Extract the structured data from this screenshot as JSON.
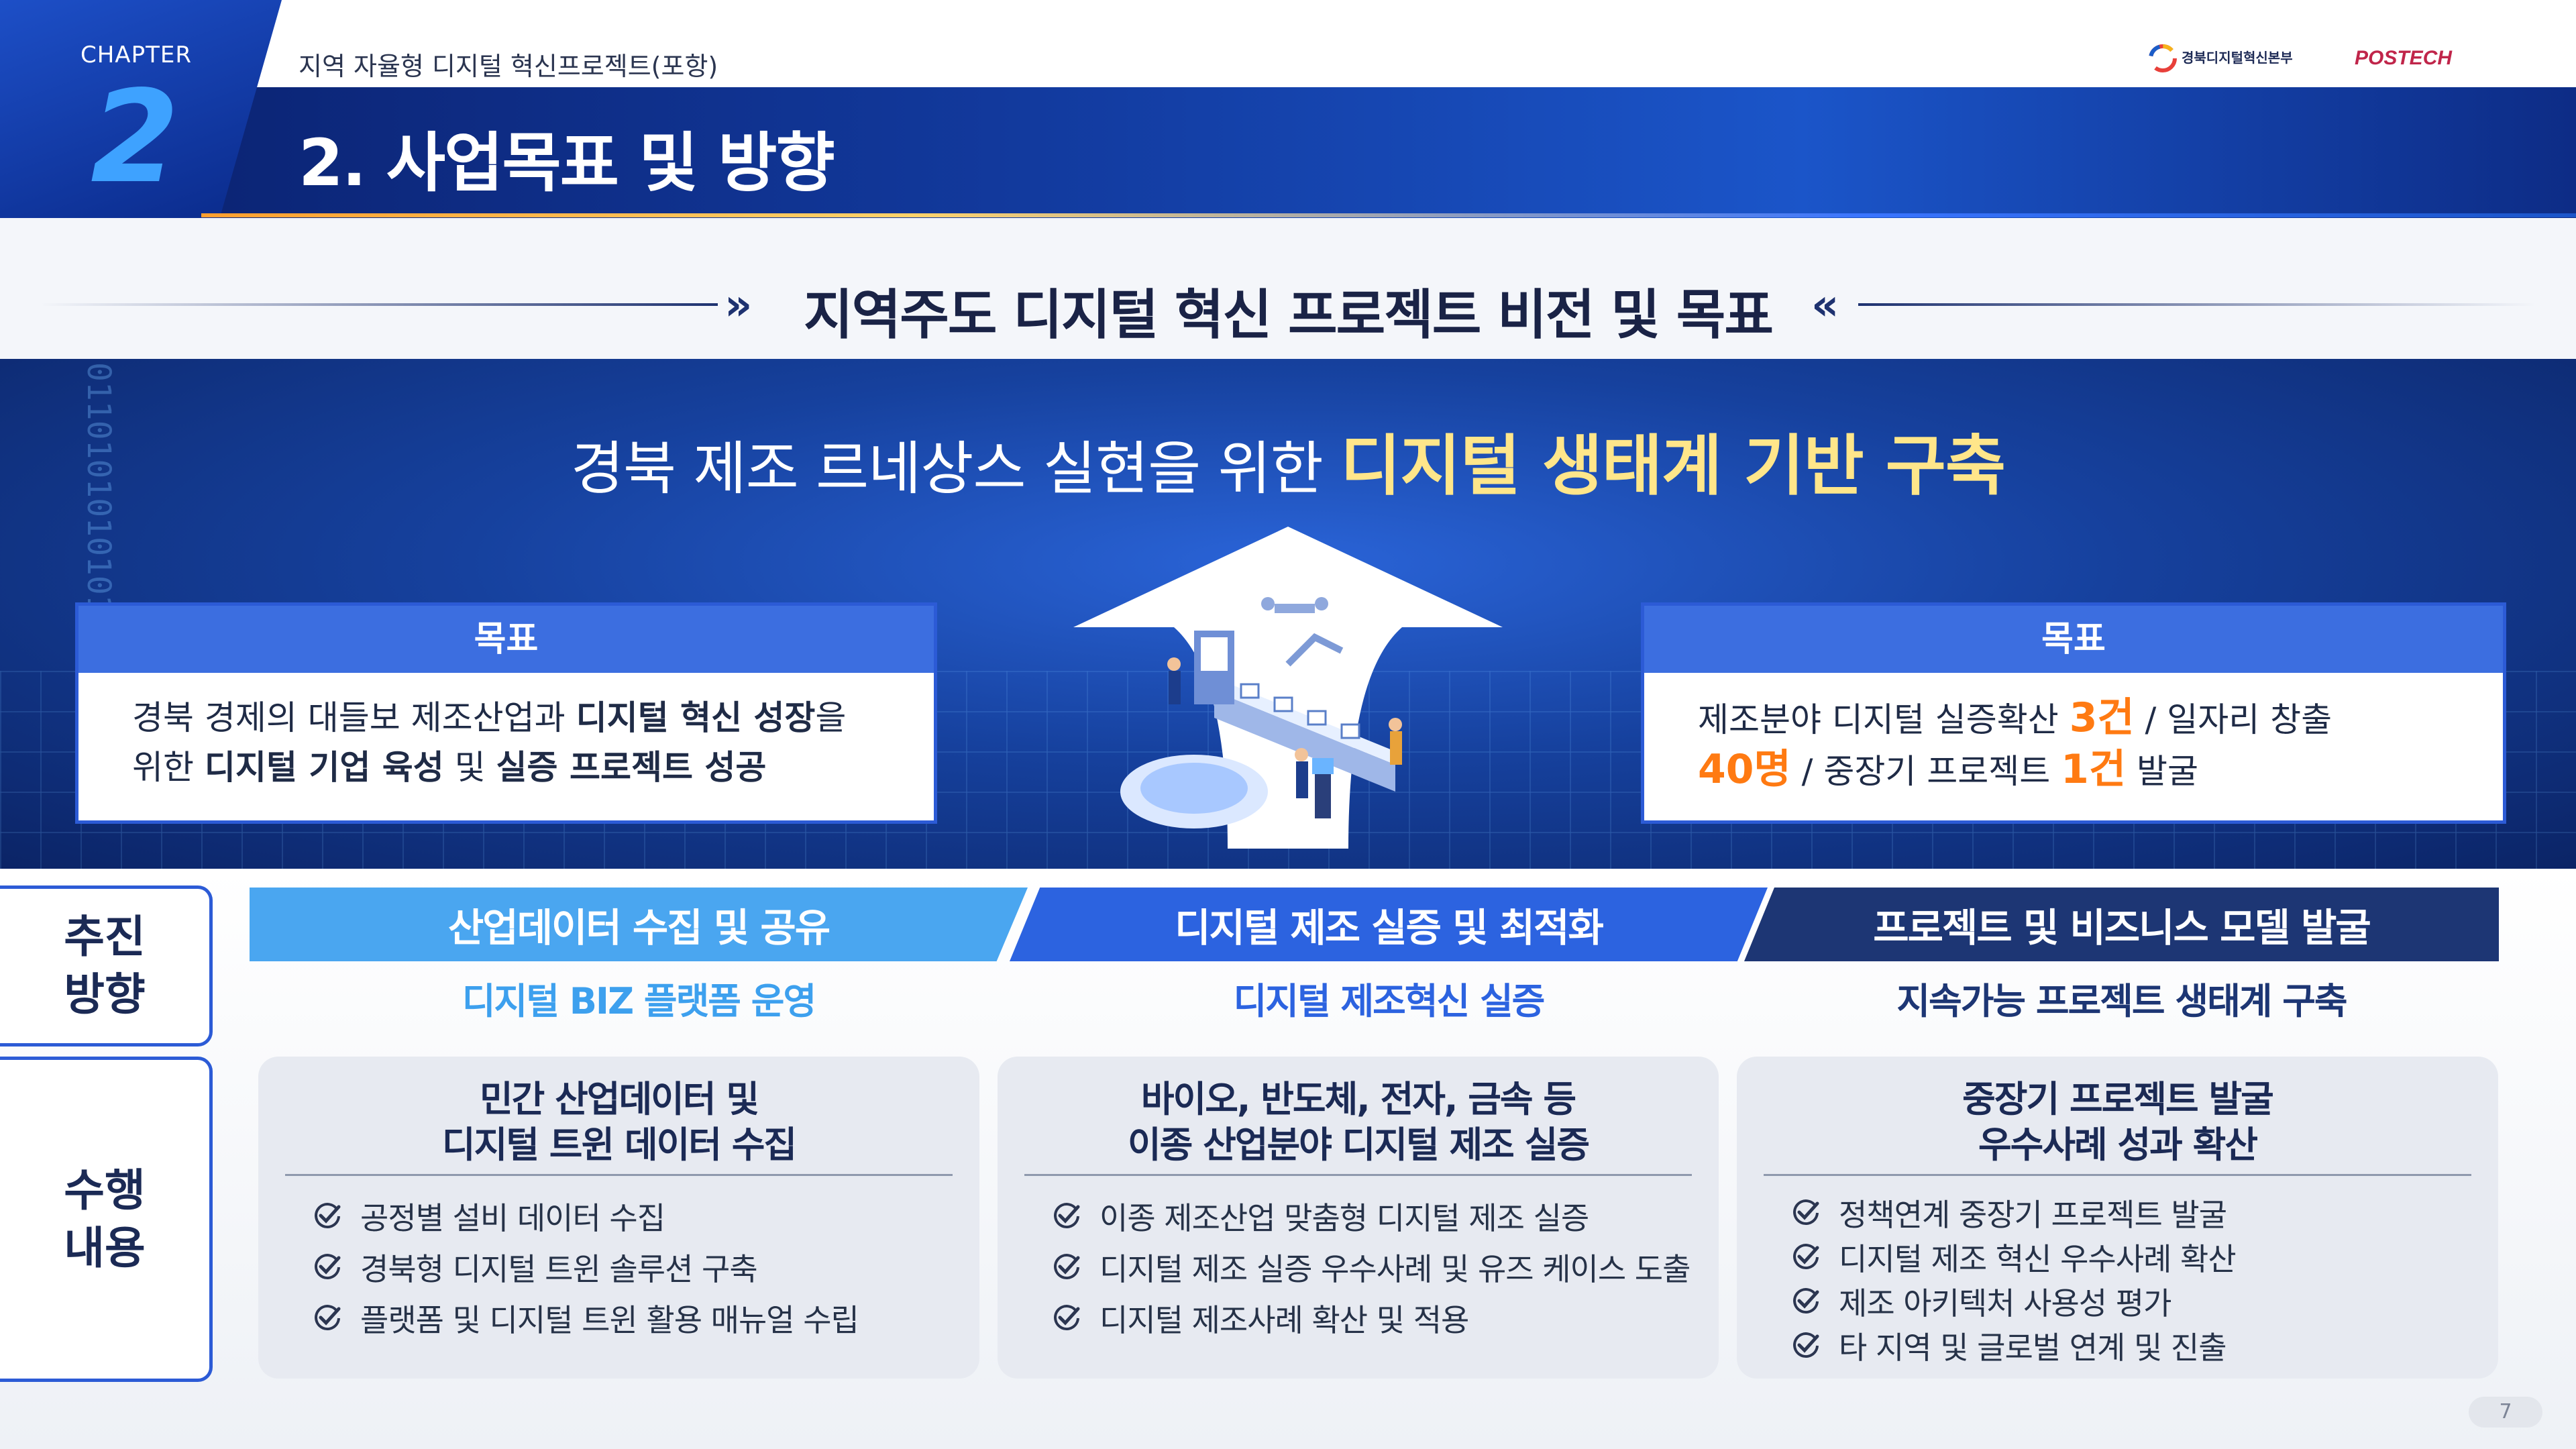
{
  "header": {
    "chapter_label": "CHAPTER",
    "chapter_number": "2",
    "subtitle": "지역 자율형 디지털 혁신프로젝트(포항)",
    "title": "2. 사업목표 및 방향",
    "logos": [
      "경북디지털혁신본부",
      "POSTECH"
    ]
  },
  "vision": {
    "title": "지역주도 디지털 혁신 프로젝트 비전 및 목표"
  },
  "hero": {
    "headline_plain": "경북 제조 르네상스 실현을 위한 ",
    "headline_highlight": "디지털 생태계 기반 구축"
  },
  "goals": [
    {
      "label": "목표",
      "line1_a": "경북 경제의 대들보 제조산업과 ",
      "line1_b": "디지털 혁신 성장",
      "line1_c": "을",
      "line2_a": "위한 ",
      "line2_b": "디지털 기업 육성",
      "line2_c": " 및 ",
      "line2_d": "실증 프로젝트 성공"
    },
    {
      "label": "목표",
      "line1_a": "제조분야 디지털 실증확산 ",
      "line1_num": "3건",
      "line1_b": " / 일자리 창출",
      "line2_num": "40명",
      "line2_a": " / 중장기 프로젝트 ",
      "line2_num2": "1건",
      "line2_b": " 발굴"
    }
  ],
  "side_labels": {
    "direction": "추진\n방향",
    "execution": "수행\n내용"
  },
  "directions": [
    {
      "title": "산업데이터 수집 및 공유",
      "subtitle": "디지털 BIZ 플랫폼 운영",
      "color": "#4aa6f0"
    },
    {
      "title": "디지털 제조 실증 및 최적화",
      "subtitle": "디지털 제조혁신 실증",
      "color": "#2c63e0"
    },
    {
      "title": "프로젝트 및 비즈니스 모델 발굴",
      "subtitle": "지속가능 프로젝트 생태계 구축",
      "color": "#1d3674"
    }
  ],
  "cards": [
    {
      "title_line1": "민간 산업데이터 및",
      "title_line2": "디지털 트윈 데이터 수집",
      "items": [
        "공정별 설비 데이터 수집",
        "경북형 디지털 트윈 솔루션 구축",
        "플랫폼 및 디지털 트윈 활용 매뉴얼 수립"
      ]
    },
    {
      "title_line1": "바이오, 반도체, 전자, 금속 등",
      "title_line2": "이종 산업분야 디지털 제조 실증",
      "items": [
        "이종 제조산업 맞춤형 디지털 제조 실증",
        "디지털 제조 실증 우수사례 및 유즈 케이스 도출",
        "디지털 제조사례 확산 및 적용"
      ]
    },
    {
      "title_line1": "중장기 프로젝트 발굴",
      "title_line2": "우수사례 성과 확산",
      "items": [
        "정책연계 중장기 프로젝트 발굴",
        "디지털 제조 혁신 우수사례 확산",
        "제조 아키텍처 사용성 평가",
        "타 지역 및 글로벌 연계 및 진출"
      ]
    }
  ],
  "page_number": "7",
  "colors": {
    "accent_orange": "#ff7a12",
    "highlight_yellow": "#ffe68a",
    "primary_blue": "#2c5bd6"
  }
}
